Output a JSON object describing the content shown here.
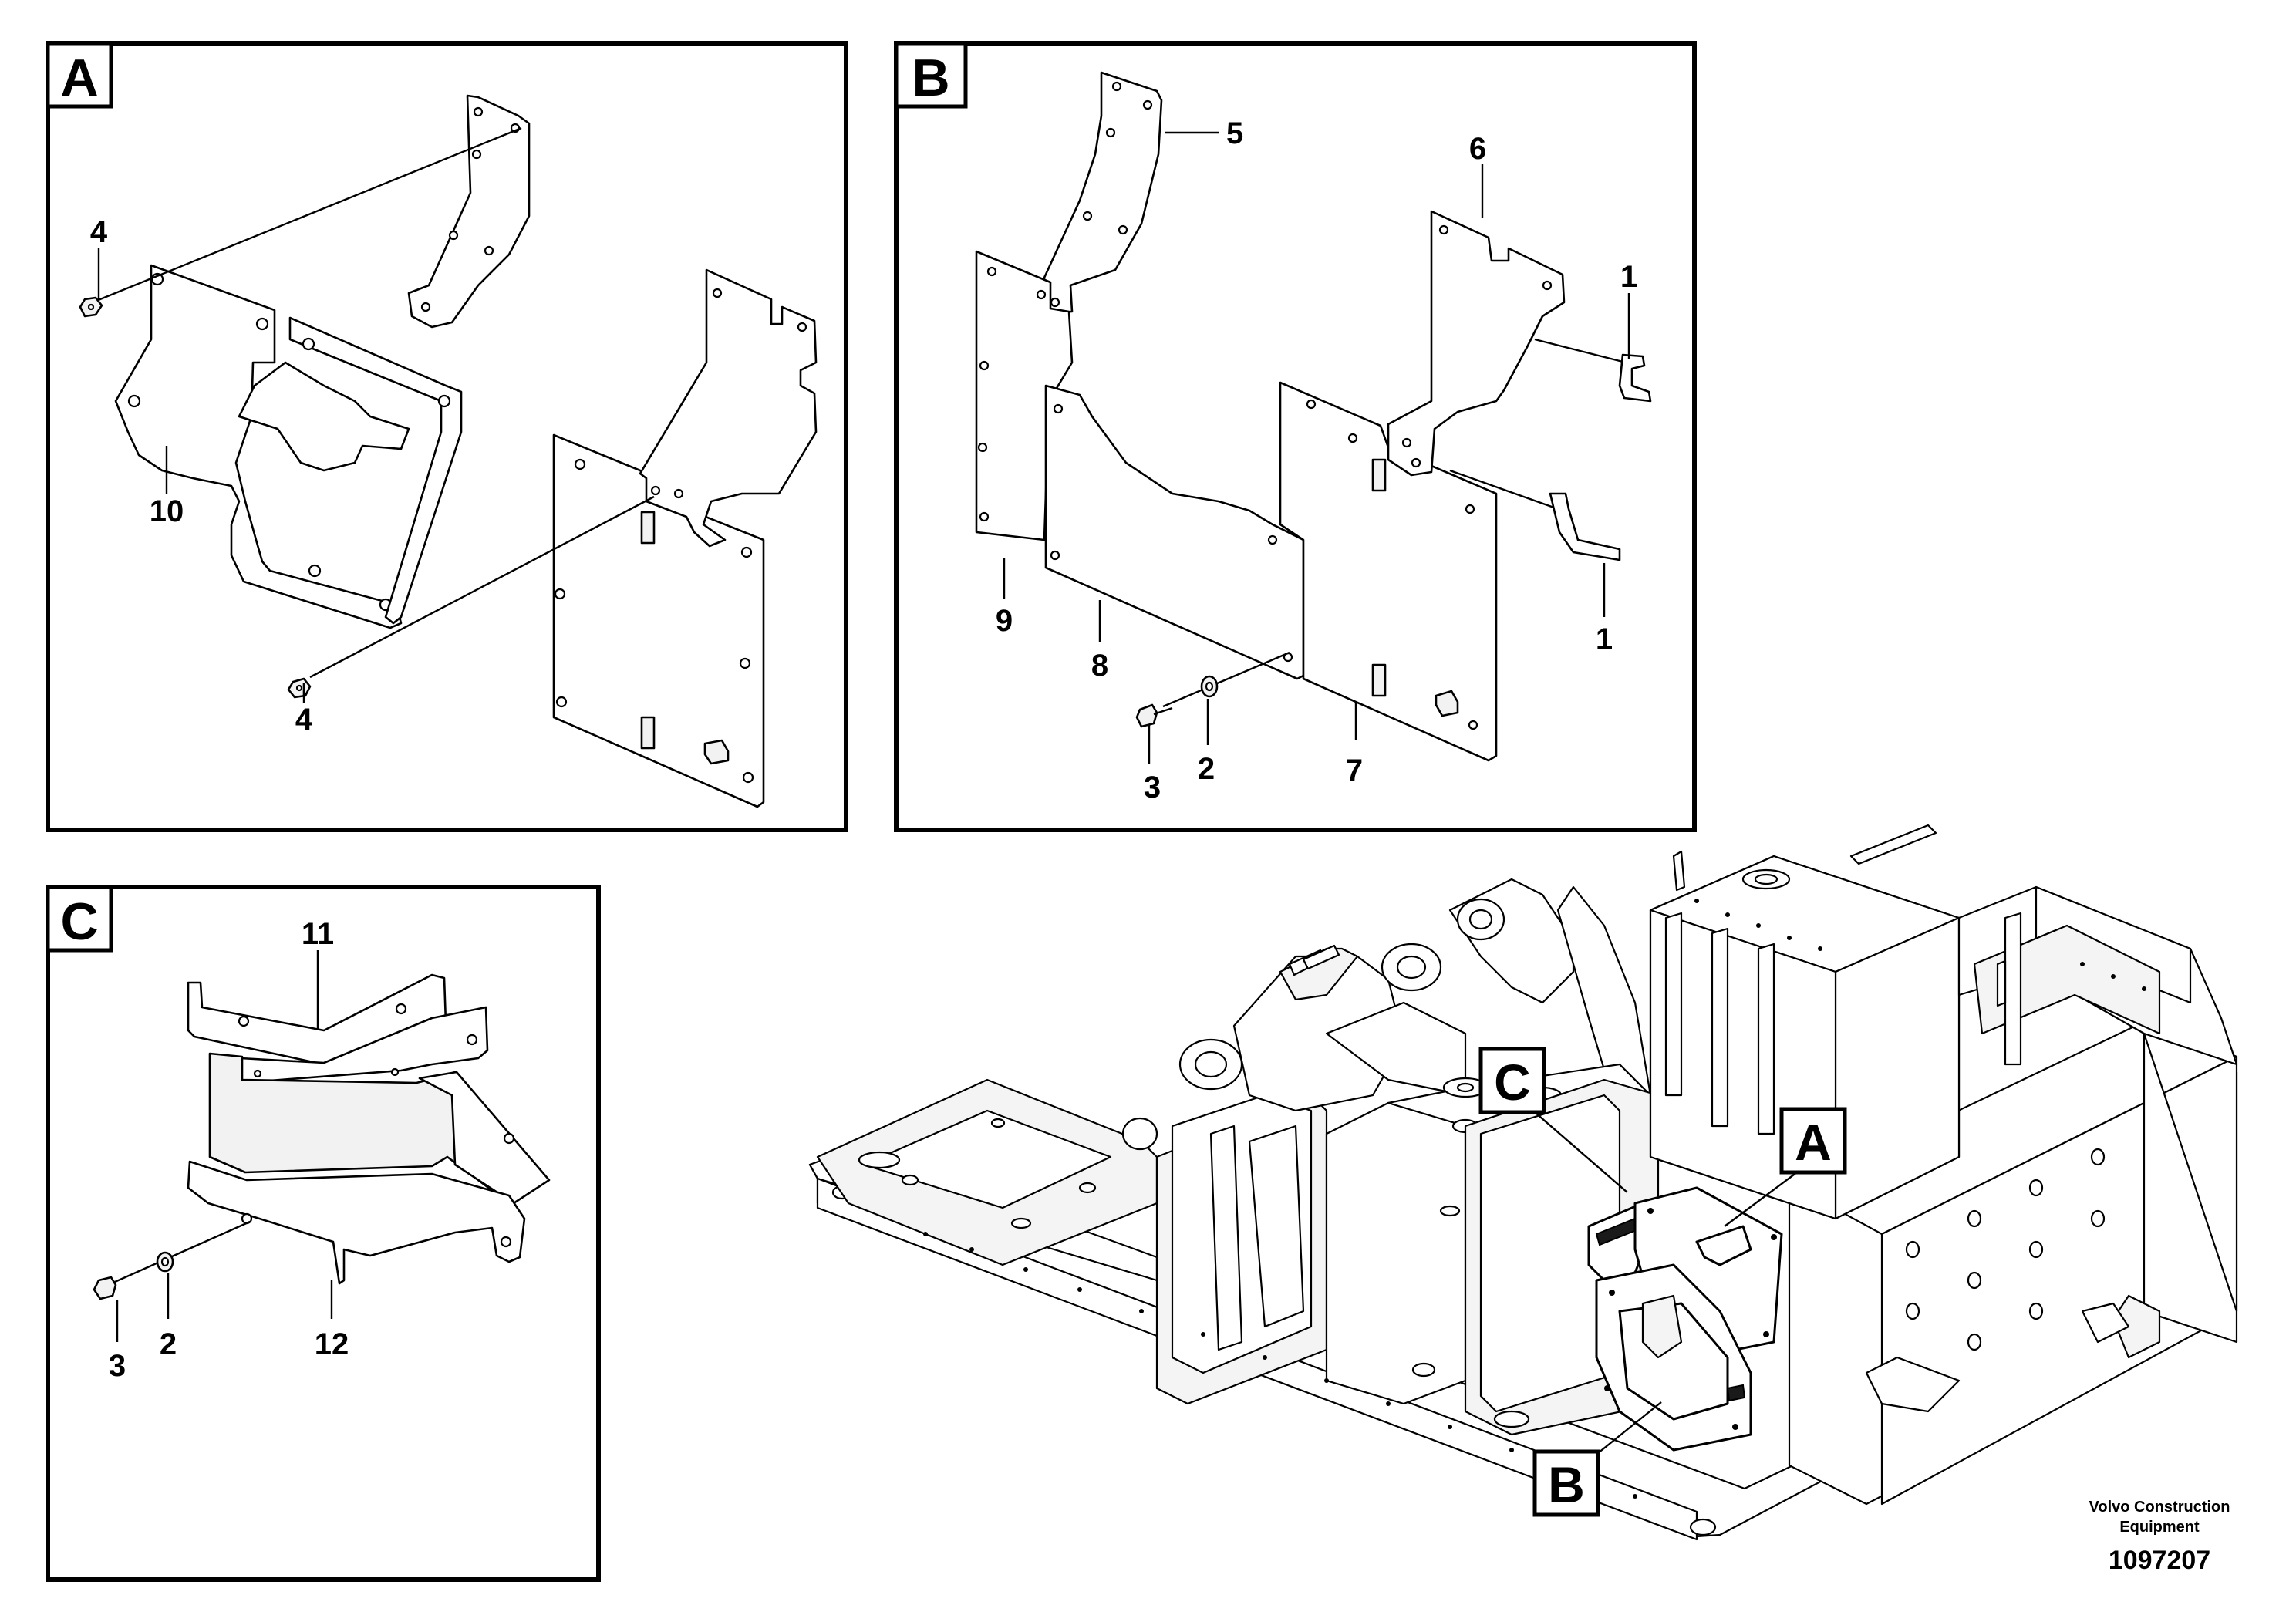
{
  "panels": {
    "A": {
      "tag": "A",
      "callouts": {
        "c4_top": "4",
        "c10": "10",
        "c4_bottom": "4"
      }
    },
    "B": {
      "tag": "B",
      "callouts": {
        "c5": "5",
        "c6": "6",
        "c1_top": "1",
        "c1_bottom": "1",
        "c9": "9",
        "c8": "8",
        "c3": "3",
        "c2": "2",
        "c7": "7"
      }
    },
    "C": {
      "tag": "C",
      "callouts": {
        "c11": "11",
        "c3": "3",
        "c2": "2",
        "c12": "12"
      }
    }
  },
  "overview": {
    "tag_A": "A",
    "tag_B": "B",
    "tag_C": "C"
  },
  "footer": {
    "company_line1": "Volvo Construction",
    "company_line2": "Equipment",
    "drawing_number": "1097207"
  }
}
